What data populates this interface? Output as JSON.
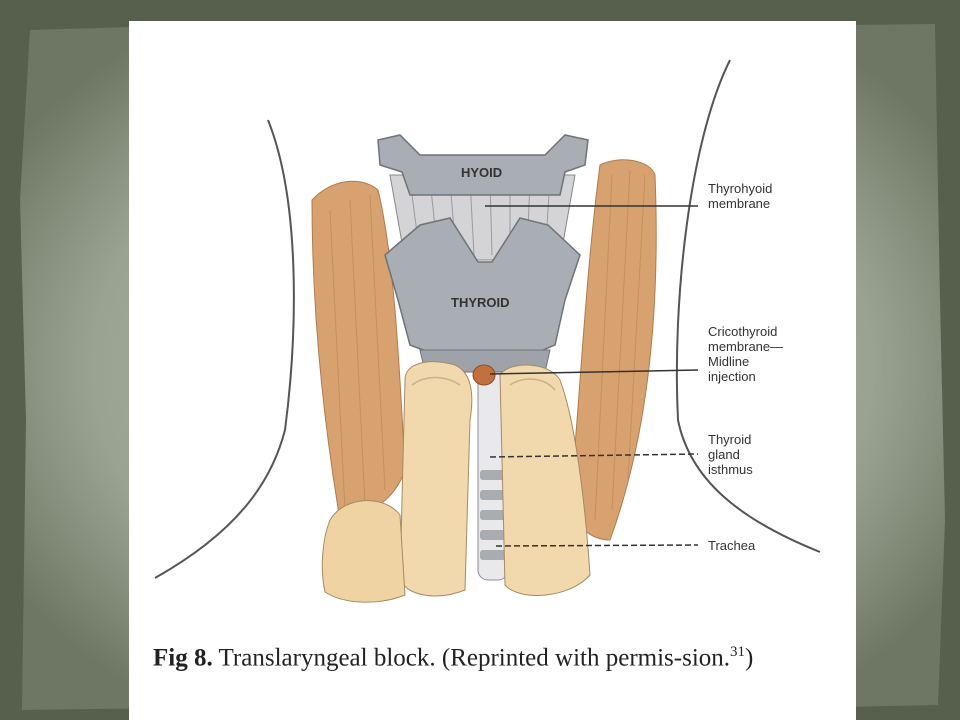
{
  "colors": {
    "background": "#5c6553",
    "paper": "#ffffff",
    "cartilage": "#a9adb4",
    "muscle": "#d8a270",
    "skin": "#f1d9ad",
    "injection": "#c2703f"
  },
  "diagram": {
    "structures": {
      "hyoid": "HYOID",
      "thyroid": "THYROID"
    },
    "labels": {
      "thyrohyoid": "Thyrohyoid\nmembrane",
      "cricothyroid": "Cricothyroid\nmembrane—\nMidline\ninjection",
      "isthmus": "Thyroid\ngland\nisthmus",
      "trachea": "Trachea"
    }
  },
  "caption": {
    "fig_label": "Fig 8.",
    "text": "Translaryngeal block. (Reprinted with permis-sion.",
    "ref": "31",
    "close": ")"
  }
}
